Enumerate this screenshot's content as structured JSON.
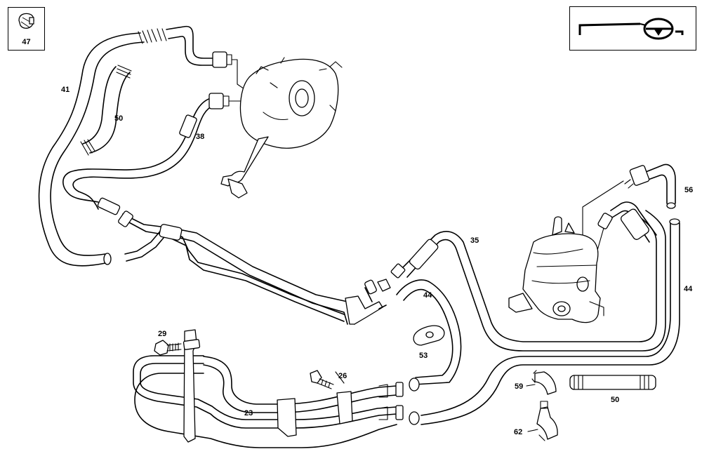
{
  "inset_part": {
    "number": "47",
    "icon": "hose-clamp-icon"
  },
  "orientation_icon": "steering-wheel-orientation-icon",
  "callouts": {
    "c41": "41",
    "c50a": "50",
    "c38": "38",
    "c56": "56",
    "c35": "35",
    "c44a": "44",
    "c44b": "44",
    "c29": "29",
    "c53": "53",
    "c26": "26",
    "c23": "23",
    "c59": "59",
    "c50b": "50",
    "c62": "62"
  }
}
